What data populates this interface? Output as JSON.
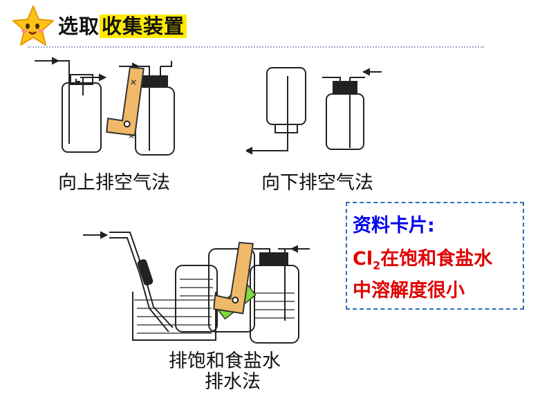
{
  "title": {
    "prefix": "选取",
    "highlight": "收集装置"
  },
  "methods": {
    "upward_air": "向上排空气法",
    "downward_air": "向下排空气法",
    "saturated_brine": "排饱和食盐水",
    "water_displacement": "排水法"
  },
  "info_card": {
    "title": "资料卡片:",
    "formula_main": "Cl",
    "formula_sub": "2",
    "line1_rest": "在饱和食盐水",
    "line2": "中溶解度很小"
  },
  "colors": {
    "highlight": "#ffea00",
    "card_border": "#2f6fb8",
    "card_title": "#0000ee",
    "card_text": "#e00000",
    "check_orange": "#f0b969",
    "check_green": "#7ddb3a"
  },
  "icons": [
    "star-mascot-icon",
    "checkmark-stamp-icon"
  ]
}
